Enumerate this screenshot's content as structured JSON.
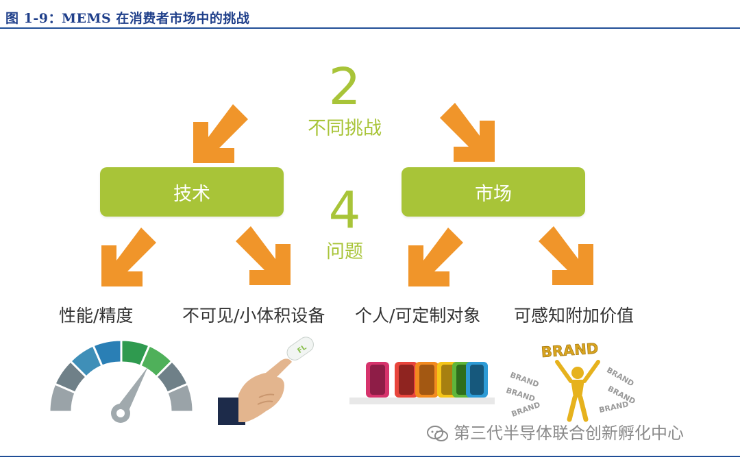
{
  "figure": {
    "title": "图 1-9：MEMS 在消费者市场中的挑战"
  },
  "center": {
    "challenges_number": "2",
    "challenges_label": "不同挑战",
    "issues_number": "4",
    "issues_label": "问题"
  },
  "categories": {
    "tech": "技术",
    "market": "市场"
  },
  "issues": [
    {
      "label": "性能/精度"
    },
    {
      "label": "不可见/小体积设备"
    },
    {
      "label": "个人/可定制对象"
    },
    {
      "label": "可感知附加价值"
    }
  ],
  "brand_text": "BRAND",
  "watermark": "第三代半导体联合创新孵化中心",
  "colors": {
    "accent_green": "#a8c438",
    "arrow_orange": "#f0952a",
    "title_blue": "#1f3f8a"
  }
}
